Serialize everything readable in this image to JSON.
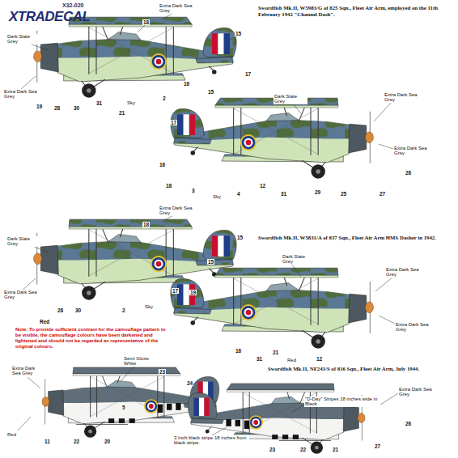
{
  "diagram": {
    "labels": [
      "X32-020",
      "XTRADECAL",
      "Swordfish Mk.II, W5983/G of 825 Sqn., Fleet Air Arm, employed on the 11th February 1942 \"Channel Dash\".",
      "Extra Dark Sea Grey",
      "Dark Slate Grey",
      "Extra Dark Sea Grey",
      "18",
      "15",
      "17",
      "16",
      "19",
      "28",
      "30",
      "31",
      "Sky",
      "21",
      "2",
      "Dark Slate Grey",
      "Extra Dark Sea Grey",
      "15",
      "17",
      "16",
      "Extra Dark Sea Grey",
      "18",
      "3",
      "Sky",
      "4",
      "12",
      "31",
      "29",
      "25",
      "27",
      "26",
      "Extra Dark Sea Grey",
      "Dark Slate Grey",
      "Swordfish Mk.II, W5831/A of 837 Sqn., Fleet Air Arm HMS Dasher in 1942.",
      "18",
      "15",
      "19",
      "Extra Dark Sea Grey",
      "28",
      "30",
      "Red",
      "2",
      "Sky",
      "Dark Slate Grey",
      "Extra Dark Sea Grey",
      "15",
      "17",
      "16",
      "31",
      "21",
      "Red",
      "12",
      "Extra Dark Sea Grey",
      "Note: To provide sufficient contrast for the camouflage pattern to be visible, the camouflage colours have been darkened and lightened and should not be regarded as representative of the original colours.",
      "Semi Gloss White",
      "Extra Dark Sea Grey",
      "Swordfish Mk.II, NF243/S of 816 Sqn., Fleet Air Arm, July 1944.",
      "\"D-Day\" Stripes 18 inches wide in Black",
      "5",
      "23",
      "24",
      "Red",
      "11",
      "22",
      "20",
      "Extra Dark Sea Grey",
      "3 Inch black stripe 18 inches from black stripe.",
      "23",
      "22",
      "21",
      "27",
      "26"
    ]
  }
}
